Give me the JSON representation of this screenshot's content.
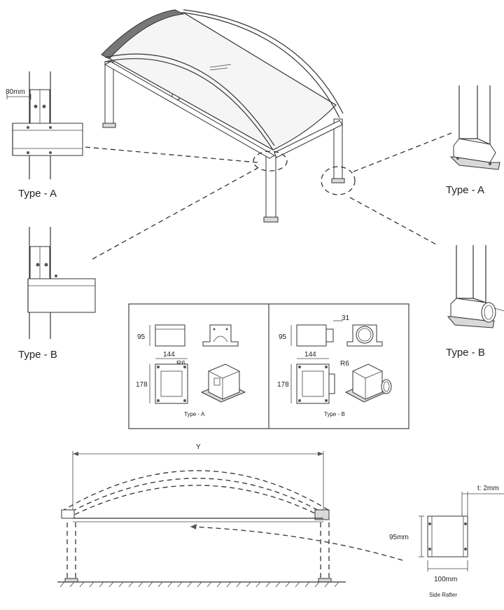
{
  "labels": {
    "type_a": "Type - A",
    "type_b": "Type - B",
    "detail_a_dim": "80mm"
  },
  "base_detail_box": {
    "type_a": {
      "height": "95",
      "width": "144",
      "depth": "178",
      "radius": "R6",
      "caption": "Type - A"
    },
    "type_b": {
      "height": "95",
      "width": "144",
      "depth": "178",
      "radius": "R6",
      "offset": "31",
      "caption": "Type - B"
    }
  },
  "elevation": {
    "span_label": "Y"
  },
  "side_rafter": {
    "thickness": "t: 2mm",
    "height": "95mm",
    "width": "100mm",
    "caption": "Side Rafter"
  }
}
